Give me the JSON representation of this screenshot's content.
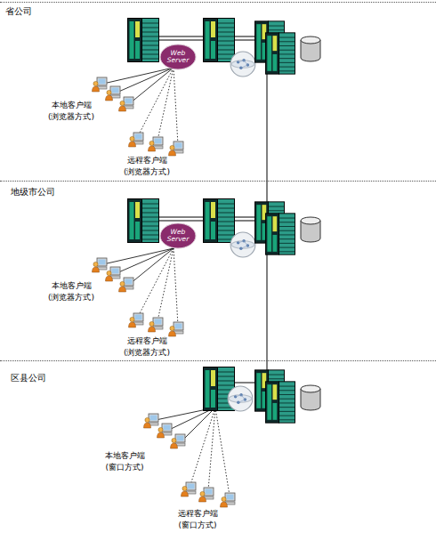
{
  "diagram": {
    "nodes": [
      {
        "text": [
          "省公司"
        ]
      },
      {
        "text": [
          "Web Server"
        ],
        "in": 0
      },
      {
        "text": [
          "地级市公司"
        ]
      },
      {
        "text": [
          "Web Server"
        ],
        "in": 2
      },
      {
        "text": [
          "区县公司"
        ]
      }
    ],
    "labels": [
      "本地客户端 (浏览器方式)",
      "远程客户端 (浏览器方式)",
      "本地客户端 (浏览器方式)",
      "远程客户端 (浏览器方式)",
      "本地客户端 (窗口方式)",
      "远程客户端 (窗口方式)"
    ]
  }
}
